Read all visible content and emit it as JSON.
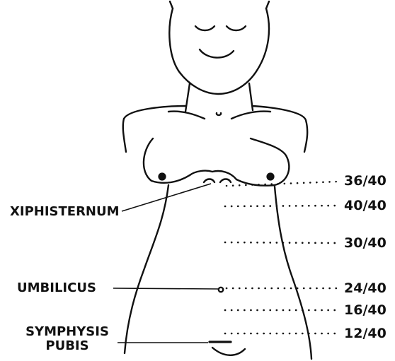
{
  "labels": {
    "xiphisternum": "XIPHISTERNUM",
    "umbilicus": "UMBILICUS",
    "symphysis_line1": "SYMPHYSIS",
    "symphysis_line2": "PUBIS"
  },
  "gestation_levels": [
    {
      "id": "w36",
      "text": "36/40"
    },
    {
      "id": "w40",
      "text": "40/40"
    },
    {
      "id": "w30",
      "text": "30/40"
    },
    {
      "id": "w24",
      "text": "24/40"
    },
    {
      "id": "w16",
      "text": "16/40"
    },
    {
      "id": "w12",
      "text": "12/40"
    }
  ],
  "colors": {
    "ink": "#111111",
    "background": "#ffffff"
  }
}
